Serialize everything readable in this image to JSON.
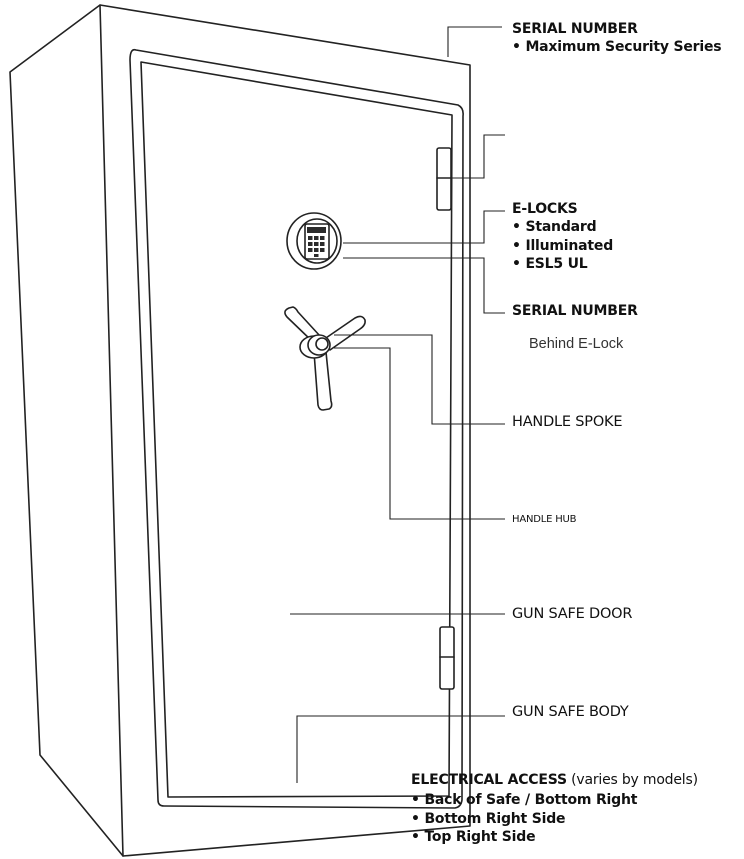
{
  "colors": {
    "ink": "#111111",
    "line": "#222222",
    "background": "#ffffff",
    "lcd": "#2b2b2b"
  },
  "labels": {
    "serial_top": {
      "title": "SERIAL NUMBER",
      "items": [
        "Maximum Security Series"
      ]
    },
    "elocks": {
      "title": "E-LOCKS",
      "items": [
        "Standard",
        "Illuminated",
        "ESL5 UL"
      ]
    },
    "serial_lock": {
      "title": "SERIAL NUMBER",
      "note": "Behind E-Lock"
    },
    "handle_spoke": "HANDLE SPOKE",
    "handle_hub": "HANDLE HUB",
    "door": "GUN SAFE DOOR",
    "body": "GUN SAFE BODY",
    "electrical": {
      "title": "ELECTRICAL ACCESS",
      "suffix": "(varies by models)",
      "items": [
        "Back of Safe / Bottom Right",
        "Bottom Right Side",
        "Top Right Side"
      ]
    }
  },
  "bullet_char": "•"
}
